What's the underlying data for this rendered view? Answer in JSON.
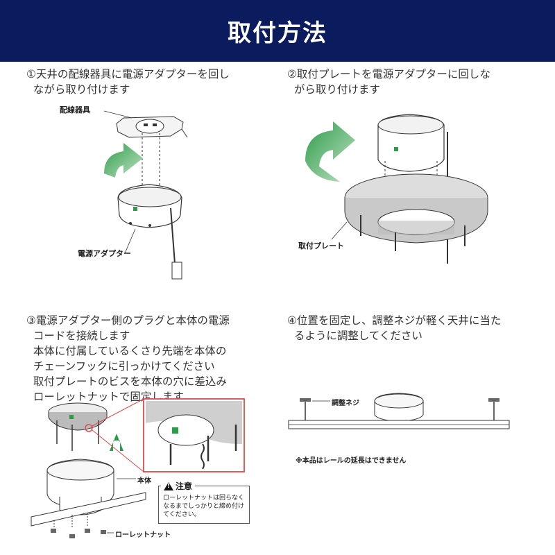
{
  "header": {
    "title": "取付方法"
  },
  "steps": [
    {
      "text": "①天井の配線器具に電源アダプターを回し\n  ながら取り付けます"
    },
    {
      "text": "②取付プレートを電源アダプターに回しな\n  がら取り付けます"
    },
    {
      "text": "③電源アダプター側のプラグと本体の電源\n  コードを接続します\n  本体に付属しているくさり先端を本体の\n  チェーンフックに引っかけてください\n  取付プレートのビスを本体の穴に差込み\n  ローレットナットで固定します"
    },
    {
      "text": "④位置を固定し、調整ネジが軽く天井に当た\n  るように調整してください"
    }
  ],
  "labels": {
    "wiring_fixture": "配線器具",
    "power_adapter": "電源アダプター",
    "mounting_plate": "取付プレート",
    "main_body": "本体",
    "knurled_nut": "ローレットナット",
    "adjust_screw": "調整ネジ"
  },
  "caution": {
    "title": "注意",
    "text": "ローレットナットは回らなくなるまでしっかりと締め付けてください。"
  },
  "footnote": "※本品はレールの延長はできません",
  "colors": {
    "banner": "#0b1c5e",
    "arrow_green": "#2e9b4a",
    "highlight_red": "#d94c4c"
  }
}
